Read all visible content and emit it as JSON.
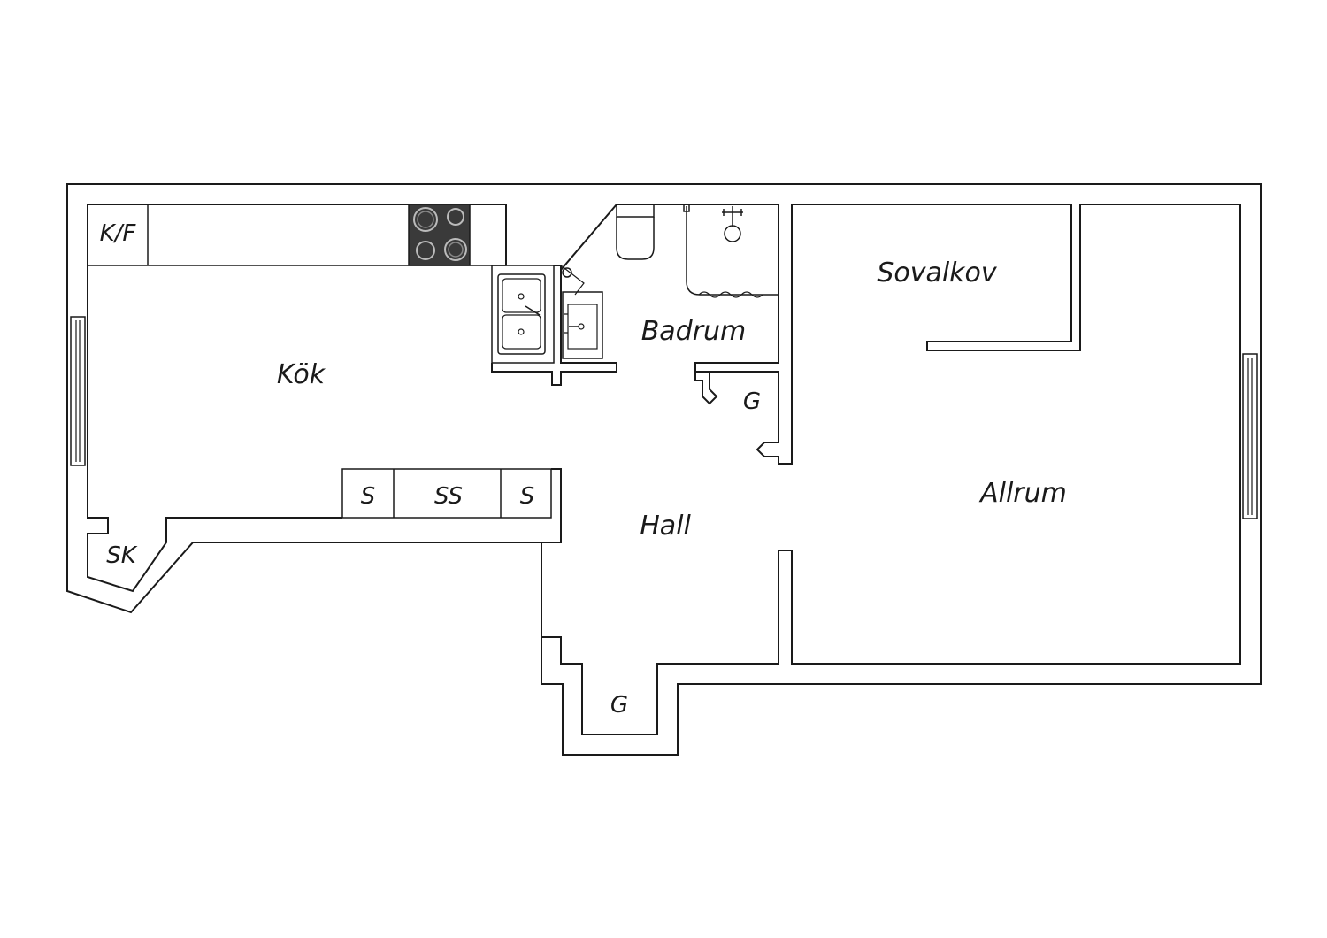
{
  "rooms": {
    "kitchen": "Kök",
    "bathroom": "Badrum",
    "bedroom_alcove": "Sovalkov",
    "living_room": "Allrum",
    "hall": "Hall"
  },
  "fixtures": {
    "fridge_freezer": "K/F",
    "closet_inner": "G",
    "closet_entry": "G",
    "wardrobe_left": "S",
    "wardrobe_center": "SS",
    "wardrobe_right": "S",
    "storage_cabinet": "SK"
  },
  "colors": {
    "line": "#1a1a1a",
    "background": "#ffffff",
    "stove": "#3a3a3a"
  }
}
